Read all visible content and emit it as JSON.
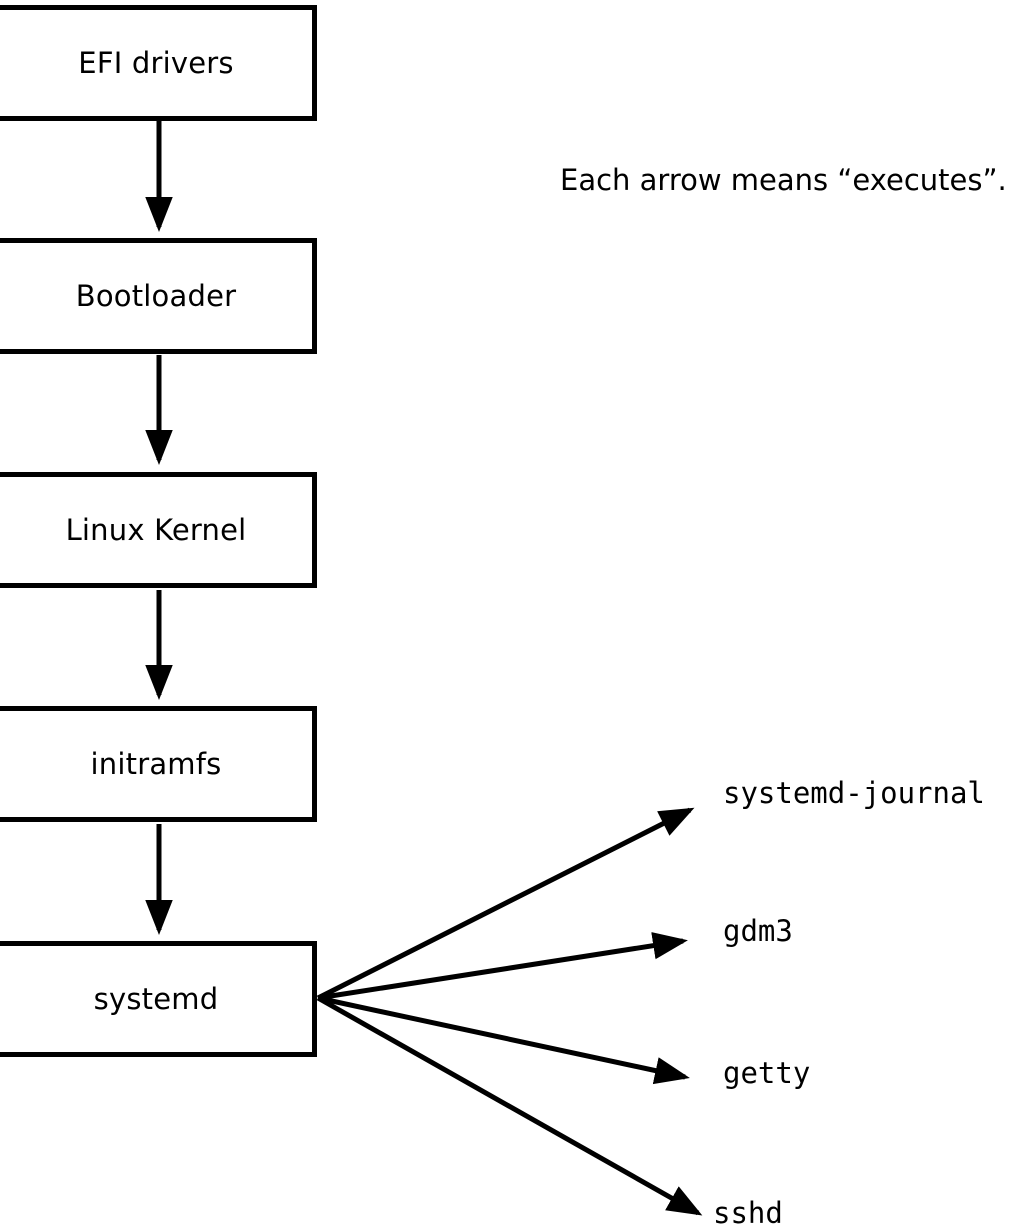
{
  "note": "Each arrow means “executes”.",
  "chain": [
    {
      "label": "EFI drivers"
    },
    {
      "label": "Bootloader"
    },
    {
      "label": "Linux Kernel"
    },
    {
      "label": "initramfs"
    },
    {
      "label": "systemd"
    }
  ],
  "spawned": [
    {
      "label": "systemd-journal"
    },
    {
      "label": "gdm3"
    },
    {
      "label": "getty"
    },
    {
      "label": "sshd"
    }
  ],
  "colors": {
    "line": "#000000",
    "box_border": "#000000",
    "background": "#ffffff",
    "text": "#000000"
  }
}
